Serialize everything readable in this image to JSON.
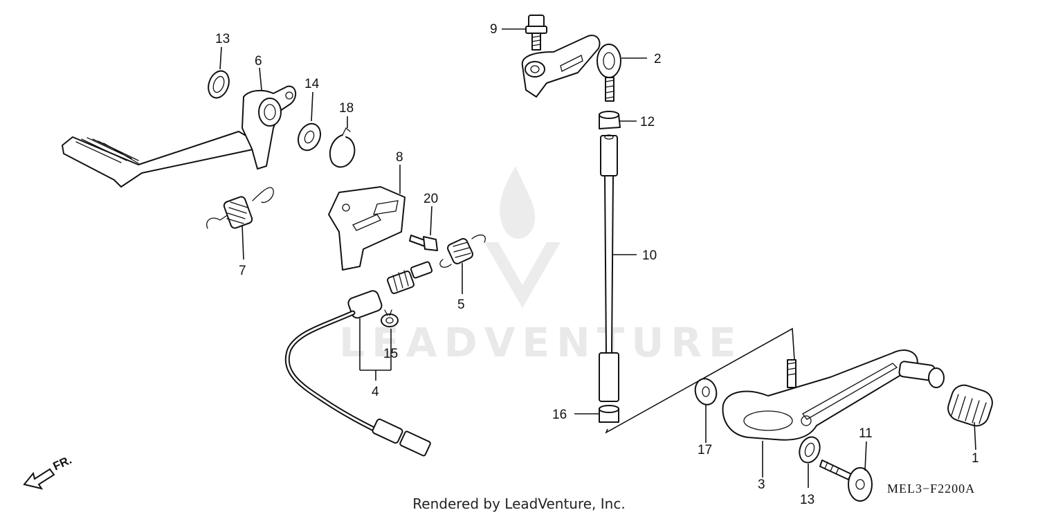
{
  "diagram": {
    "callouts": {
      "c1": "1",
      "c2": "2",
      "c3": "3",
      "c4": "4",
      "c5": "5",
      "c6": "6",
      "c7": "7",
      "c8": "8",
      "c9": "9",
      "c10": "10",
      "c11": "11",
      "c12": "12",
      "c13a": "13",
      "c13b": "13",
      "c14": "14",
      "c15": "15",
      "c16": "16",
      "c17": "17",
      "c18": "18",
      "c20": "20"
    },
    "drawing_code": "MEL3−F2200A",
    "direction_label": "FR.",
    "watermark": "LEADVENTURE",
    "rendered_by": "Rendered by LeadVenture, Inc."
  }
}
